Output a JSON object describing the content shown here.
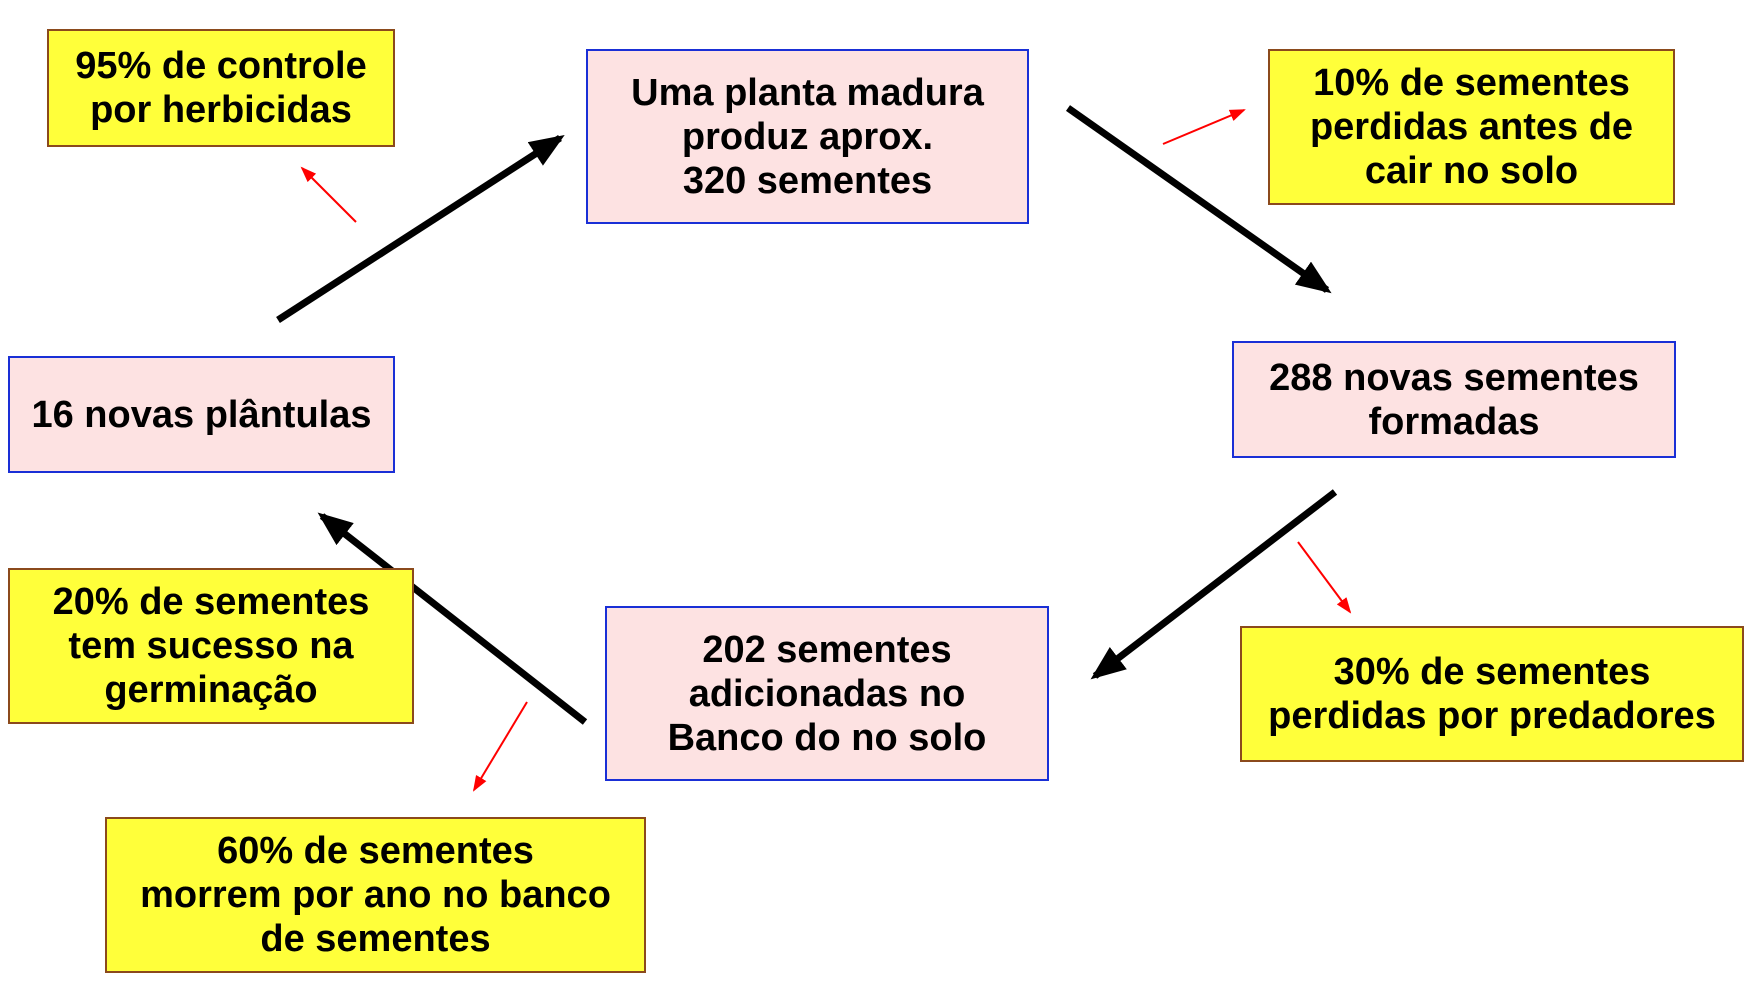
{
  "stages": {
    "mature_plant": "Uma planta madura\nproduz aprox.\n320 sementes",
    "new_seeds": "288 novas sementes\nformadas",
    "seed_bank": "202 sementes\nadicionadas no\nBanco do no solo",
    "seedlings": "16 novas plântulas"
  },
  "losses": {
    "herbicide": "95% de controle\npor herbicidas",
    "pre_fall": "10% de sementes\nperdidas antes de\ncair no solo",
    "predators": "30% de sementes\nperdidas por predadores",
    "germination": "20% de sementes\ntem sucesso na\ngerminação",
    "bank_mortality": "60% de sementes\nmorrem por ano no banco\nde sementes"
  },
  "colors": {
    "stage_fill": "#fde2e2",
    "stage_border": "#1a2fd6",
    "loss_fill": "#ffff3a",
    "loss_border": "#8b4a1c",
    "main_arrow": "#000000",
    "loss_arrow": "#ff0000"
  }
}
